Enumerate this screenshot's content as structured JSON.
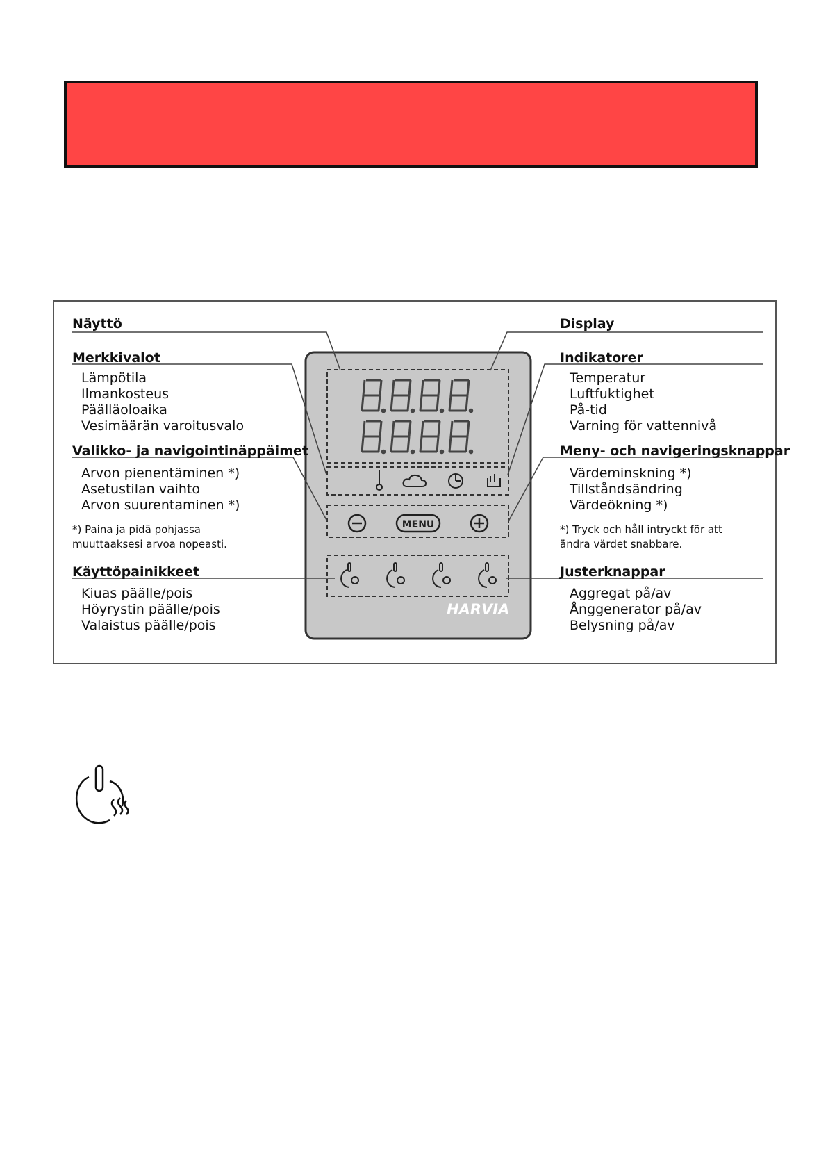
{
  "left": {
    "display": "Näyttö",
    "indicators": {
      "heading": "Merkkivalot",
      "items": [
        "Lämpötila",
        "Ilmankosteus",
        "Päälläoloaika",
        "Vesimäärän varoitusvalo"
      ]
    },
    "menu": {
      "heading": "Valikko- ja navigointinäppäimet",
      "items": [
        "Arvon pienentäminen *)",
        "Asetustilan vaihto",
        "Arvon suurentaminen *)"
      ],
      "note": [
        "*) Paina ja pidä pohjassa",
        "muuttaaksesi arvoa nopeasti."
      ]
    },
    "operating": {
      "heading": "Käyttöpainikkeet",
      "items": [
        "Kiuas päälle/pois",
        "Höyrystin päälle/pois",
        "Valaistus päälle/pois"
      ]
    }
  },
  "right": {
    "display": "Display",
    "indicators": {
      "heading": "Indikatorer",
      "items": [
        "Temperatur",
        "Luftfuktighet",
        "På-tid",
        "Varning för vattennivå"
      ]
    },
    "menu": {
      "heading": "Meny- och navigeringsknappar",
      "items": [
        "Värdeminskning *)",
        "Tillståndsändring",
        "Värdeökning *)"
      ],
      "note": [
        "*) Tryck och håll intryckt för att",
        "ändra värdet snabbare."
      ]
    },
    "operating": {
      "heading": "Justerknappar",
      "items": [
        "Aggregat på/av",
        "Ånggenerator på/av",
        "Belysning på/av"
      ]
    }
  },
  "panel": {
    "menu_button": "MENU",
    "brand": "HARVIA"
  },
  "indicator_icons": [
    "thermometer-icon",
    "cloud-icon",
    "clock-icon",
    "water-level-icon"
  ],
  "operating_icons": [
    "heater-power-icon",
    "steamer-power-icon",
    "light-power-icon",
    "aux-power-icon"
  ],
  "colors": {
    "banner": "#ff4545",
    "panel": "#c8c8c8"
  }
}
